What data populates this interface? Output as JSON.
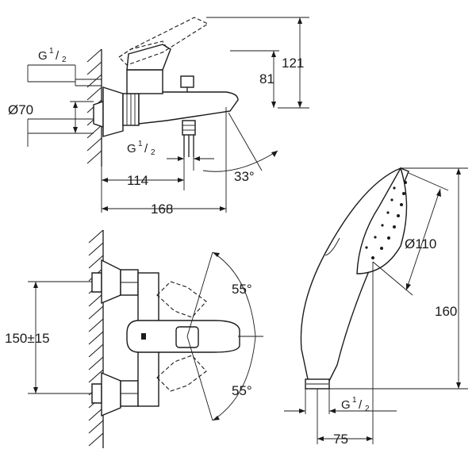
{
  "side_view": {
    "thread_top": {
      "base": "G",
      "sup": "1",
      "sub": "2"
    },
    "diameter": "Ø70",
    "height_81": "81",
    "height_121": "121",
    "thread_bottom": {
      "base": "G",
      "sup": "1",
      "sub": "2"
    },
    "depth_114": "114",
    "depth_168": "168",
    "spout_angle": "33°"
  },
  "front_view": {
    "centres": "150±15",
    "angle_up": "55°",
    "angle_down": "55°"
  },
  "hand_shower": {
    "diameter": "Ø110",
    "length": "160",
    "thread": {
      "base": "G",
      "sup": "1",
      "sub": "2"
    },
    "width": "75"
  }
}
